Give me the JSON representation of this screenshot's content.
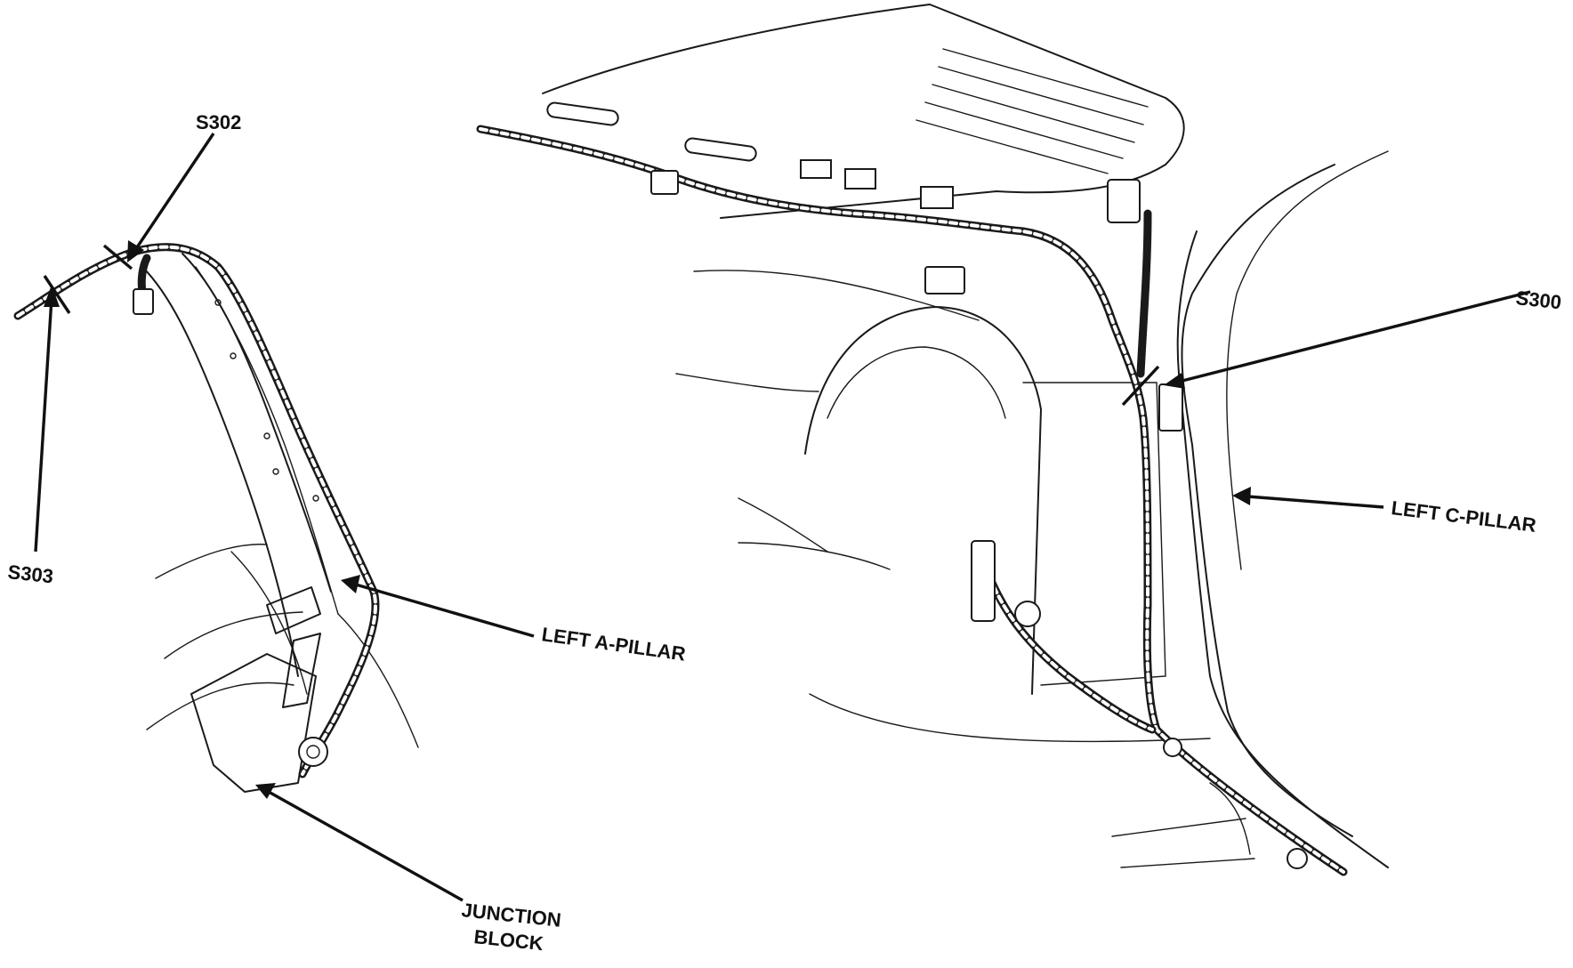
{
  "labels": {
    "s302": "S302",
    "s303": "S303",
    "s300": "S300",
    "left_a_pillar": "LEFT A-PILLAR",
    "left_c_pillar": "LEFT C-PILLAR",
    "junction_block_line1": "JUNCTION",
    "junction_block_line2": "BLOCK"
  },
  "colors": {
    "ink": "#111111",
    "background": "#ffffff"
  }
}
